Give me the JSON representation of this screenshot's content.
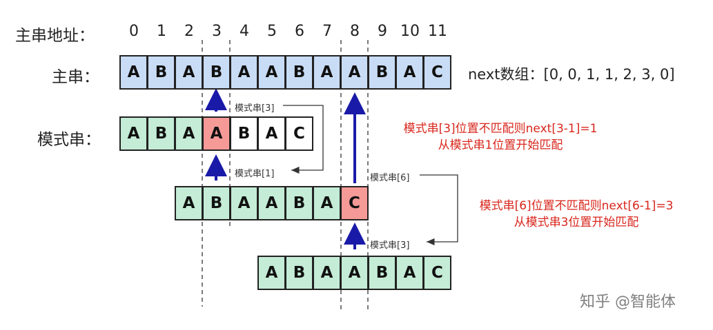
{
  "labels": {
    "address": "主串地址：",
    "main": "主串：",
    "pattern": "模式串："
  },
  "indices": [
    "0",
    "1",
    "2",
    "3",
    "4",
    "5",
    "6",
    "7",
    "8",
    "9",
    "10",
    "11"
  ],
  "main_string": {
    "cells": [
      "A",
      "B",
      "A",
      "B",
      "A",
      "A",
      "B",
      "A",
      "A",
      "B",
      "A",
      "C"
    ],
    "highlight": [],
    "color": "#c9dcf5"
  },
  "next_text": "next数组：[0, 0, 1, 1, 2, 3, 0]",
  "patterns": [
    {
      "cells": [
        "A",
        "B",
        "A",
        "A",
        "B",
        "A",
        "C"
      ],
      "offset": 0,
      "highlight": [
        3
      ],
      "filled": 3
    },
    {
      "cells": [
        "A",
        "B",
        "A",
        "A",
        "B",
        "A",
        "C"
      ],
      "offset": 2,
      "highlight": [
        6
      ],
      "filled": 7
    },
    {
      "cells": [
        "A",
        "B",
        "A",
        "A",
        "B",
        "A",
        "C"
      ],
      "offset": 5,
      "highlight": [],
      "filled": 7
    }
  ],
  "pattern_color": "#c4ecd6",
  "mismatch_color": "#f59a97",
  "small_labels": {
    "p3_top": "模式串[3]",
    "p1": "模式串[1]",
    "p6": "模式串[6]",
    "p3_bottom": "模式串[3]"
  },
  "notes": {
    "note1_line1": "模式串[3]位置不匹配则next[3-1]=1",
    "note1_line2": "从模式串1位置开始匹配",
    "note2_line1": "模式串[6]位置不匹配则next[6-1]=3",
    "note2_line2": "从模式串3位置开始匹配"
  },
  "note_color": "#d8261c",
  "arrow_color": "#1a1aa8",
  "watermark": "知乎 @智能体"
}
